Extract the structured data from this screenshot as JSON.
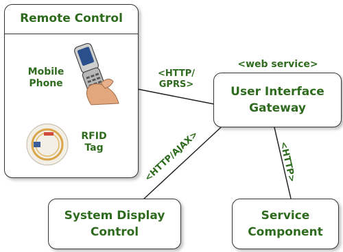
{
  "nodes": {
    "remote_control": {
      "title": "Remote Control",
      "mobile_label_1": "Mobile",
      "mobile_label_2": "Phone",
      "rfid_label_1": "RFID",
      "rfid_label_2": "Tag"
    },
    "gateway": {
      "line1": "User Interface",
      "line2": "Gateway",
      "stereotype": "<web service>"
    },
    "display": {
      "line1": "System Display",
      "line2": "Control"
    },
    "service": {
      "line1": "Service",
      "line2": "Component"
    }
  },
  "edges": {
    "remote_gateway": {
      "line1": "<HTTP/",
      "line2": "GPRS>"
    },
    "gateway_display": {
      "label": "<HTTP/AJAX>"
    },
    "gateway_service": {
      "label": "<HTTP>"
    }
  },
  "colors": {
    "text_green": "#2e6b1e",
    "border": "#333333"
  }
}
